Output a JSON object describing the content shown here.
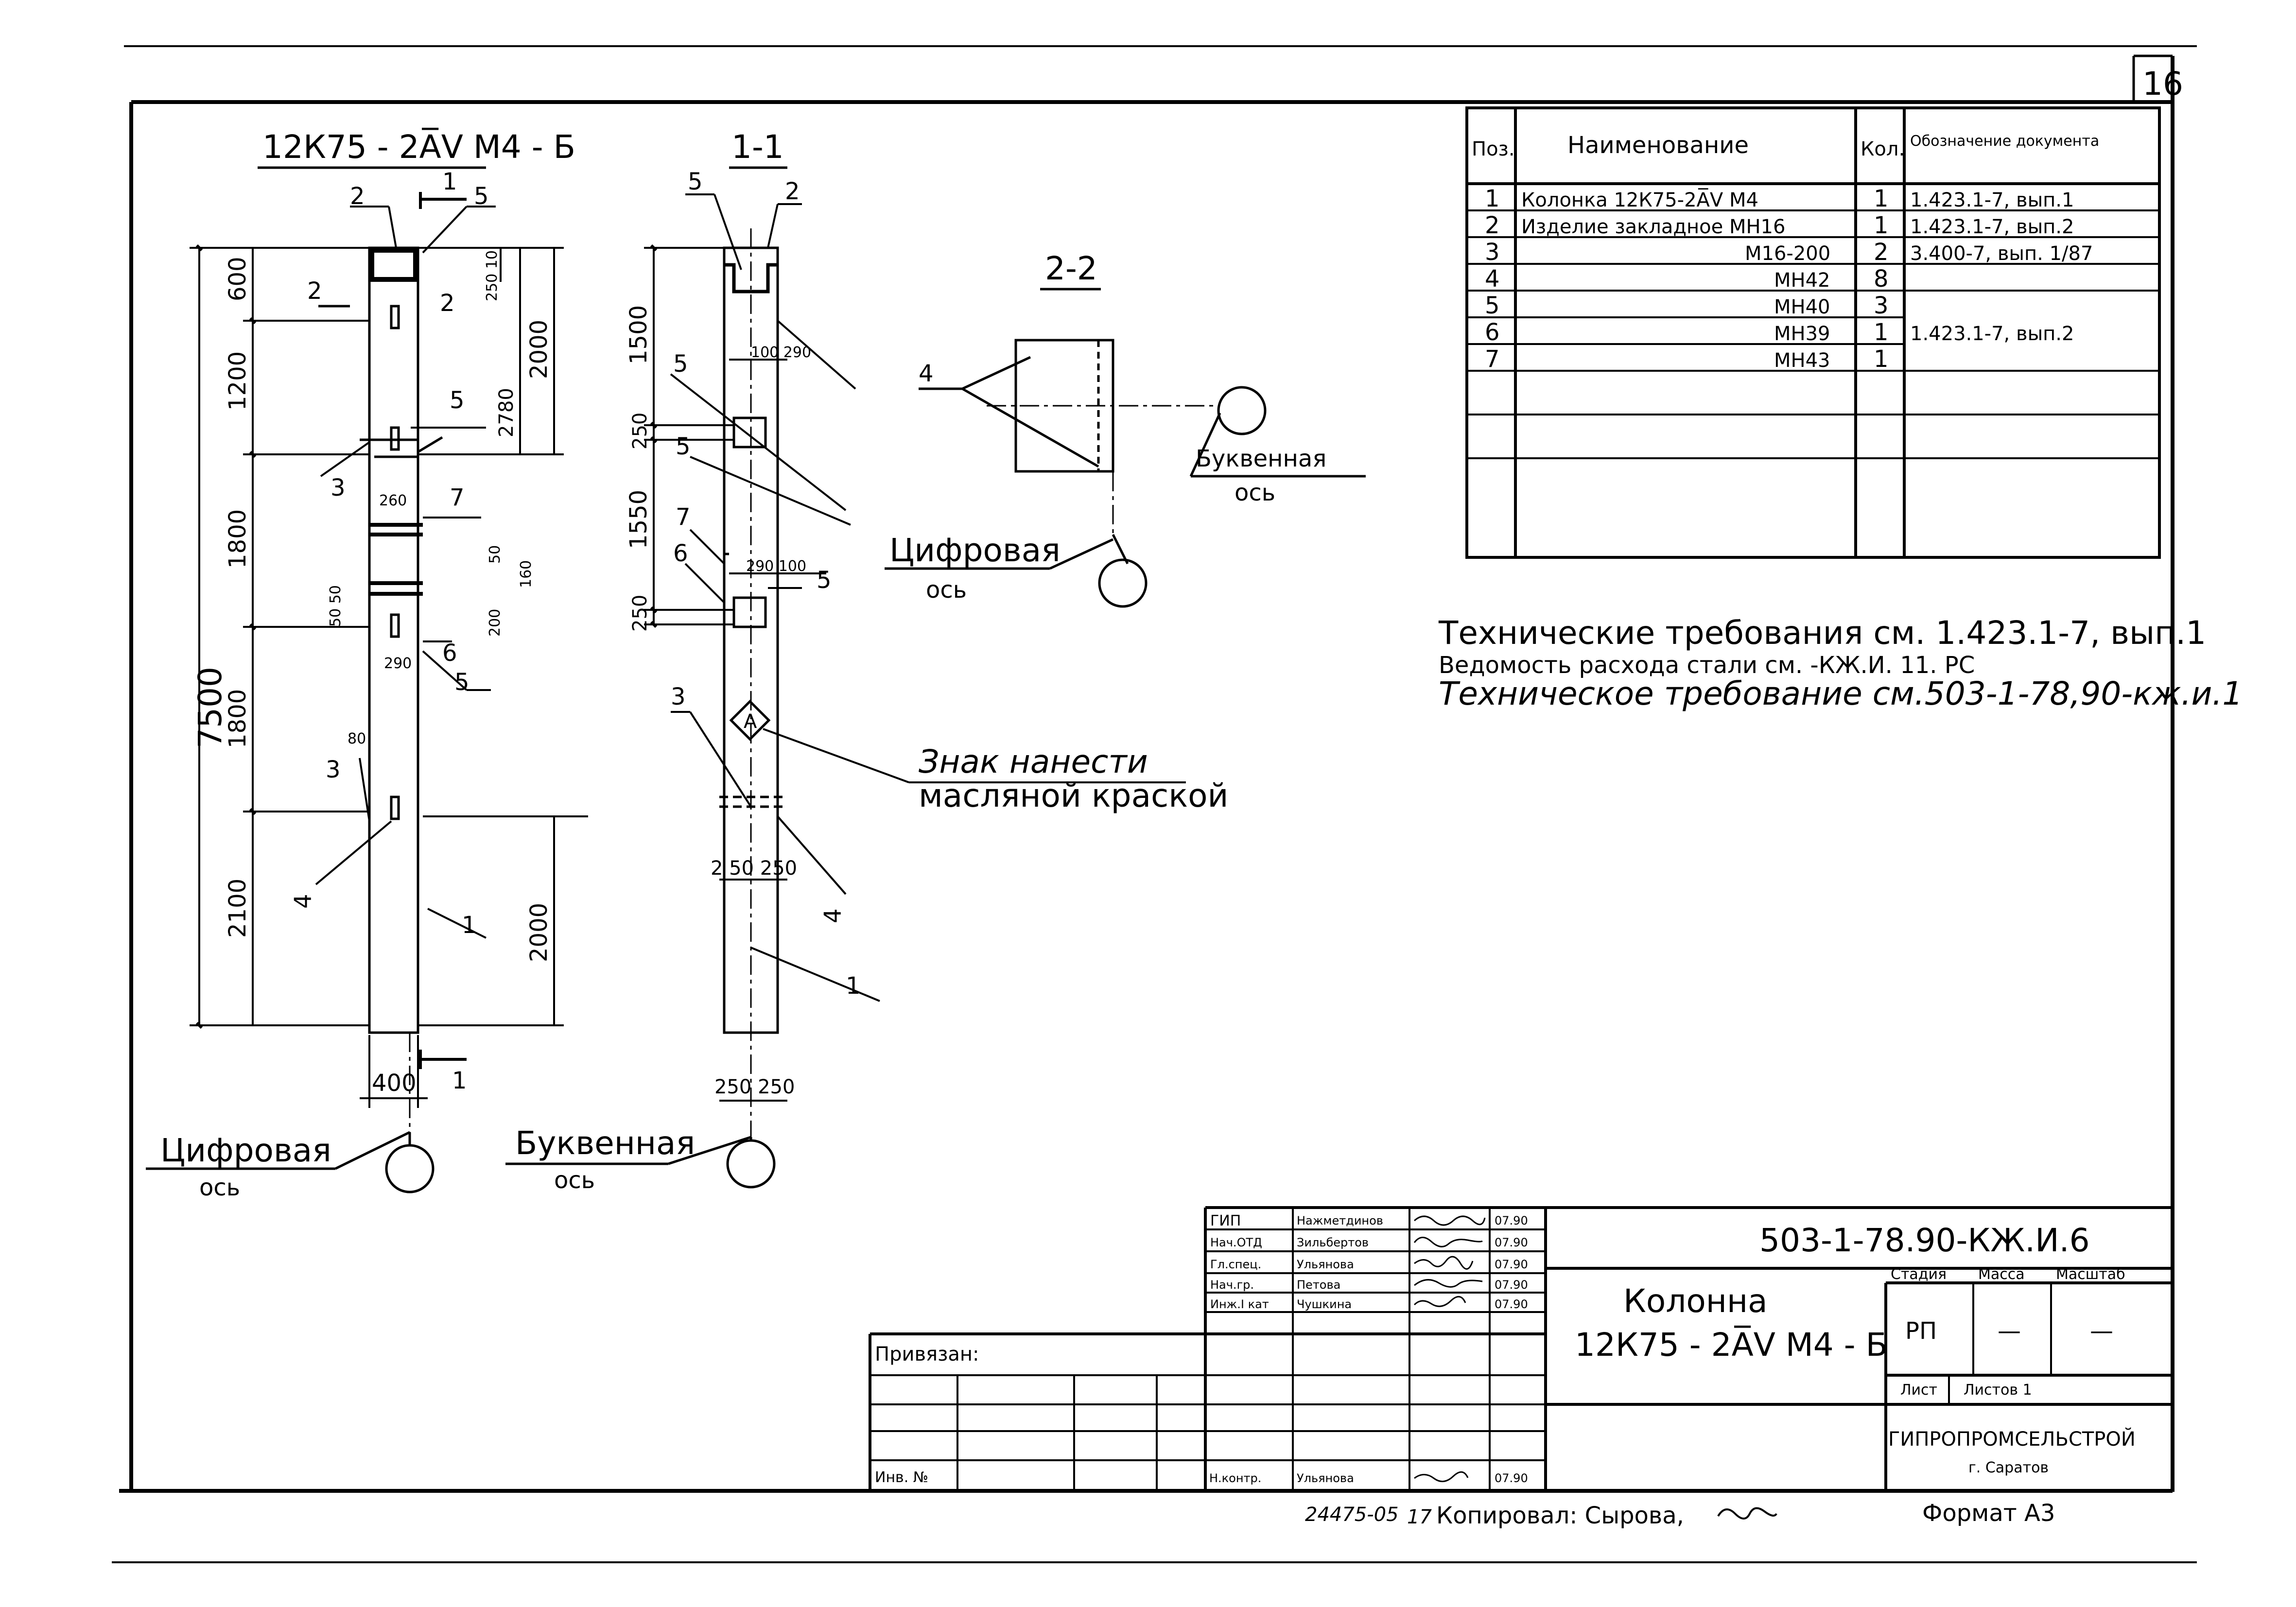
{
  "sheet_number": "16",
  "elevation": {
    "title": "12К75 - 2А̅V М4 - Б",
    "dims_left": [
      "600",
      "1200",
      "1800",
      "1800",
      "2100"
    ],
    "dim_total": "7500",
    "dims_right": [
      "2000",
      "2000"
    ],
    "dim_2780": "2780",
    "dim_250_10": "250 10",
    "dim_260": "260",
    "dim_50": "50",
    "dim_160": "160",
    "dim_200": "200",
    "dim_50_50": "50 50",
    "dim_290": "290",
    "dim_80": "80",
    "dim_400": "400",
    "cut_label": "1",
    "cut_2_label": "2",
    "callouts": [
      "1",
      "2",
      "3",
      "3",
      "4",
      "5",
      "5",
      "5",
      "6",
      "7"
    ]
  },
  "section_1_1": {
    "title": "1-1",
    "dims_left": [
      "1500",
      "250",
      "1550",
      "250"
    ],
    "dim_100_290": "100 290",
    "dim_290_100": "290 100",
    "dim_2_50_250": "2 50 250",
    "dim_250_250": "250 250",
    "mark_label": "A",
    "callouts": [
      "5",
      "2",
      "5",
      "5",
      "7",
      "6",
      "5",
      "3",
      "4",
      "1"
    ]
  },
  "section_2_2": {
    "title": "2-2",
    "callout": "4"
  },
  "axes": {
    "digital_line1": "Цифровая",
    "digital_line2": "ось",
    "letter_line1": "Буквенная",
    "letter_line2": "ось"
  },
  "paint_note": {
    "line1": "Знак нанести",
    "line2": "масляной краской"
  },
  "parts_table": {
    "headers": [
      "Поз.",
      "Наименование",
      "Кол.",
      "Обозначение документа"
    ],
    "rows": [
      [
        "1",
        "Колонка 12К75-2А̅V М4",
        "1",
        "1.423.1-7, вып.1"
      ],
      [
        "2",
        "Изделие закладное МН16",
        "1",
        "1.423.1-7, вып.2"
      ],
      [
        "3",
        "М16-200",
        "2",
        "3.400-7, вып. 1/87"
      ],
      [
        "4",
        "МН42",
        "8",
        ""
      ],
      [
        "5",
        "МН40",
        "3",
        "1.423.1-7, вып.2"
      ],
      [
        "6",
        "МН39",
        "1",
        ""
      ],
      [
        "7",
        "МН43",
        "1",
        ""
      ],
      [
        "",
        "",
        "",
        ""
      ],
      [
        "",
        "",
        "",
        ""
      ]
    ]
  },
  "notes": [
    "Технические требования см. 1.423.1-7, вып.1",
    "Ведомость расхода стали см.     -КЖ.И. 11. РС",
    "Техническое требование см.503-1-78,90-кж.и.1"
  ],
  "title_block": {
    "staff": [
      [
        "ГИП",
        "Нажметдинов",
        "",
        "07.90"
      ],
      [
        "Нач.ОТД",
        "Зильбертов",
        "",
        "07.90"
      ],
      [
        "Гл.спец.",
        "Ульянова",
        "",
        "07.90"
      ],
      [
        "Нач.гр.",
        "Петова",
        "",
        "07.90"
      ],
      [
        "Инж.I кат",
        "Чушкина",
        "",
        "07.90"
      ]
    ],
    "control": [
      "Н.контр.",
      "Ульянова",
      "",
      "07.90"
    ],
    "document_code": "503-1-78.90-КЖ.И.6",
    "name_line1": "Колонна",
    "name_line2": "12К75 - 2А̅V М4 - Б",
    "stage_headers": [
      "Стадия",
      "Масса",
      "Масштаб"
    ],
    "stage_values": [
      "РП",
      "—",
      "—"
    ],
    "sheet_label": "Лист",
    "sheets_label": "Листов 1",
    "organization": "ГИПРОПРОМСЕЛЬСТРОЙ",
    "city": "г. Саратов",
    "attached_label": "Привязан:",
    "inventory_label": "Инв. №"
  },
  "footer": {
    "copy_number": "24475-05",
    "sheet_copy": "17",
    "copied_by": "Копировал: Сырова,",
    "format": "Формат А3"
  }
}
